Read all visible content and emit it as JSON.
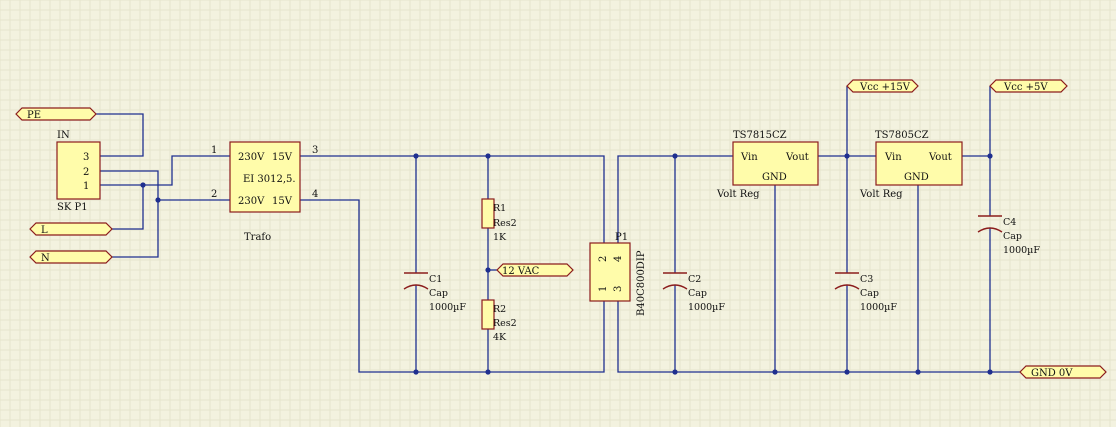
{
  "ports": {
    "pe": "PE",
    "l": "L",
    "n": "N",
    "vac12": "12 VAC",
    "vcc15": "Vcc +15V",
    "vcc5": "Vcc +5V",
    "gnd": "GND 0V"
  },
  "connector": {
    "designator": "IN",
    "comment": "SK P1",
    "pins": [
      "3",
      "2",
      "1"
    ]
  },
  "transformer": {
    "primary_top": "230V",
    "secondary_top": "15V",
    "model": "EI 3012,5.",
    "primary_bottom": "230V",
    "secondary_bottom": "15V",
    "comment": "Trafo",
    "pin1": "1",
    "pin2": "2",
    "pin3": "3",
    "pin4": "4"
  },
  "c1": {
    "designator": "C1",
    "comment": "Cap",
    "value": "1000µF"
  },
  "r1": {
    "designator": "R1",
    "comment": "Res2",
    "value": "1K"
  },
  "r2": {
    "designator": "R2",
    "comment": "Res2",
    "value": "4K"
  },
  "bridge": {
    "designator": "P1",
    "comment": "B40C800DIP",
    "pin2": "2",
    "pin4": "4",
    "pin1": "1",
    "pin3": "3"
  },
  "c2": {
    "designator": "C2",
    "comment": "Cap",
    "value": "1000µF"
  },
  "reg1": {
    "designator": "TS7815CZ",
    "vin": "Vin",
    "vout": "Vout",
    "gnd": "GND",
    "comment": "Volt Reg"
  },
  "c3": {
    "designator": "C3",
    "comment": "Cap",
    "value": "1000µF"
  },
  "reg2": {
    "designator": "TS7805CZ",
    "vin": "Vin",
    "vout": "Vout",
    "gnd": "GND",
    "comment": "Volt Reg"
  },
  "c4": {
    "designator": "C4",
    "comment": "Cap",
    "value": "1000µF"
  },
  "colors": {
    "wire": "#1f2f8f",
    "component_fill": "#fffcaa",
    "component_border": "#8b1c1c",
    "background": "#f3f2df"
  }
}
